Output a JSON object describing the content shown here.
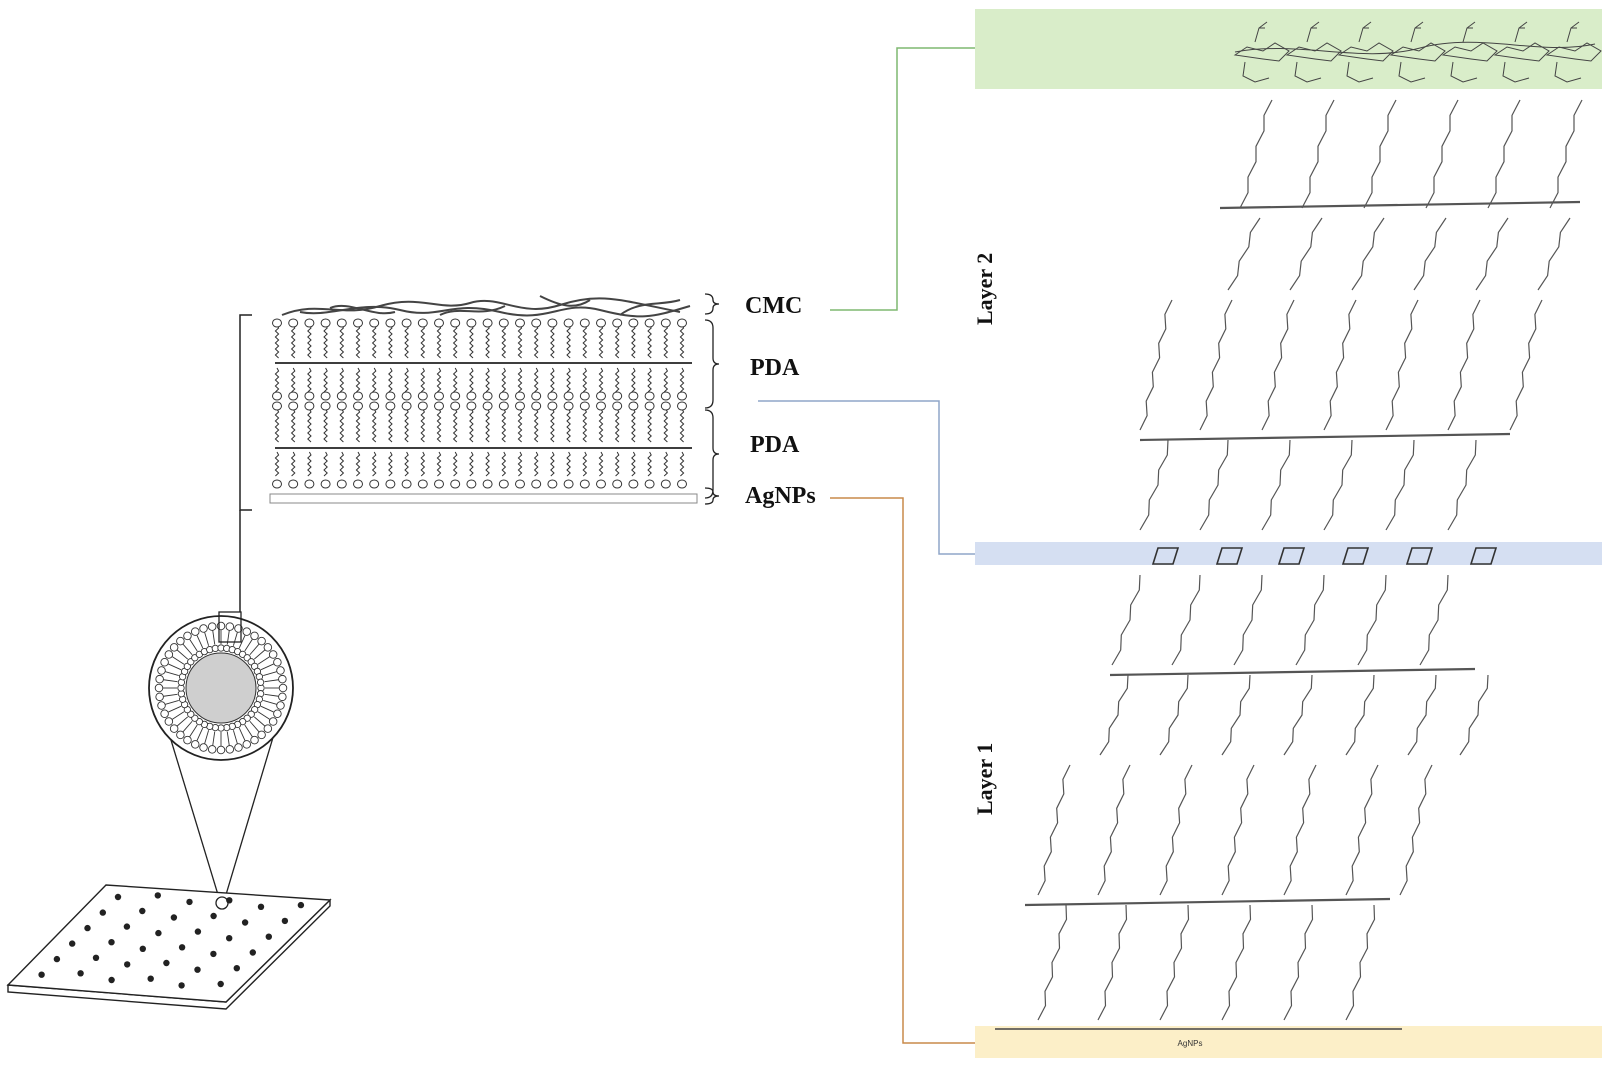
{
  "labels": {
    "cmc": "CMC",
    "pda_top": "PDA",
    "pda_bottom": "PDA",
    "agnps": "AgNPs",
    "layer2": "Layer 2",
    "layer1": "Layer 1",
    "agnps_band": "AgNPs"
  },
  "colors": {
    "cmc_band": "#d9edc9",
    "pda_band": "#d5dff2",
    "agnps_band": "#fcefc8",
    "cmc_connector": "#7fb870",
    "pda_connector": "#8fa5c8",
    "agnps_connector": "#c98a4a",
    "ink": "#333333"
  }
}
